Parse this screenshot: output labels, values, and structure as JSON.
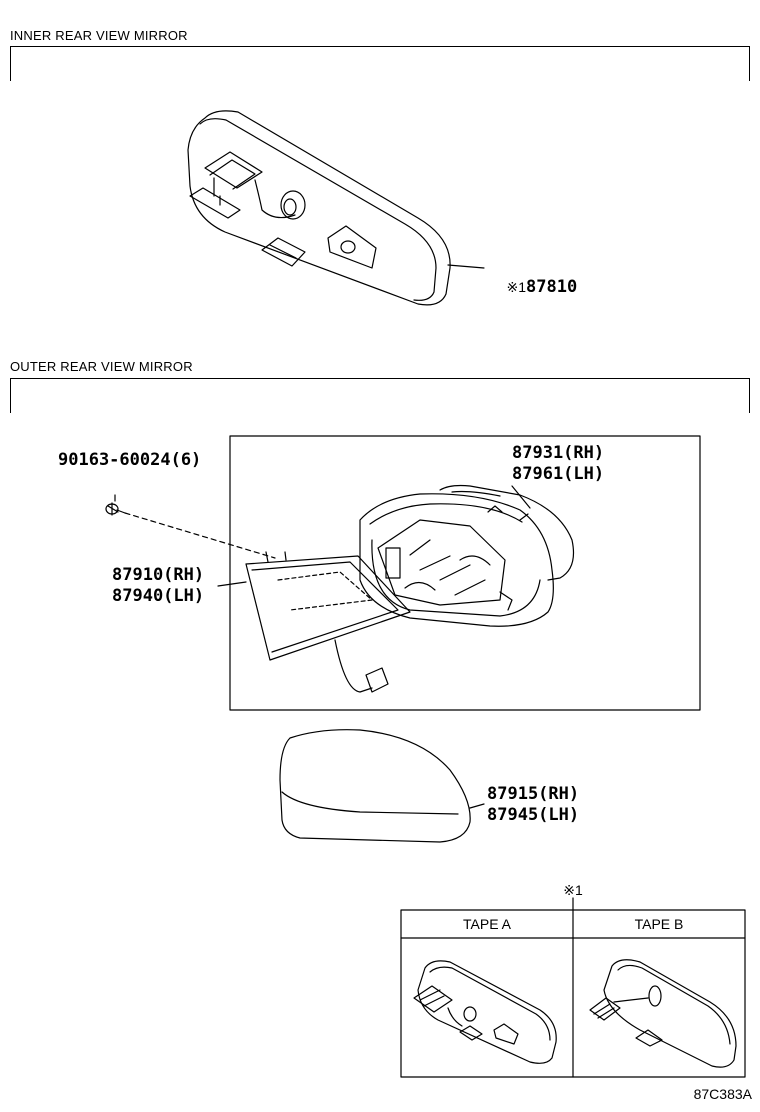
{
  "sections": {
    "inner_title": "INNER REAR VIEW MIRROR",
    "outer_title": "OUTER REAR VIEW MIRROR"
  },
  "parts": {
    "inner_mirror": {
      "mark": "※1",
      "number": "87810"
    },
    "screw": "90163-60024(6)",
    "cover_rh": "87931(RH)",
    "cover_lh": "87961(LH)",
    "glass_rh": "87910(RH)",
    "glass_lh": "87940(LH)",
    "cap_rh": "87915(RH)",
    "cap_lh": "87945(LH)"
  },
  "inset": {
    "mark": "※1",
    "col_a": "TAPE A",
    "col_b": "TAPE B"
  },
  "figure_code": "87C383A"
}
